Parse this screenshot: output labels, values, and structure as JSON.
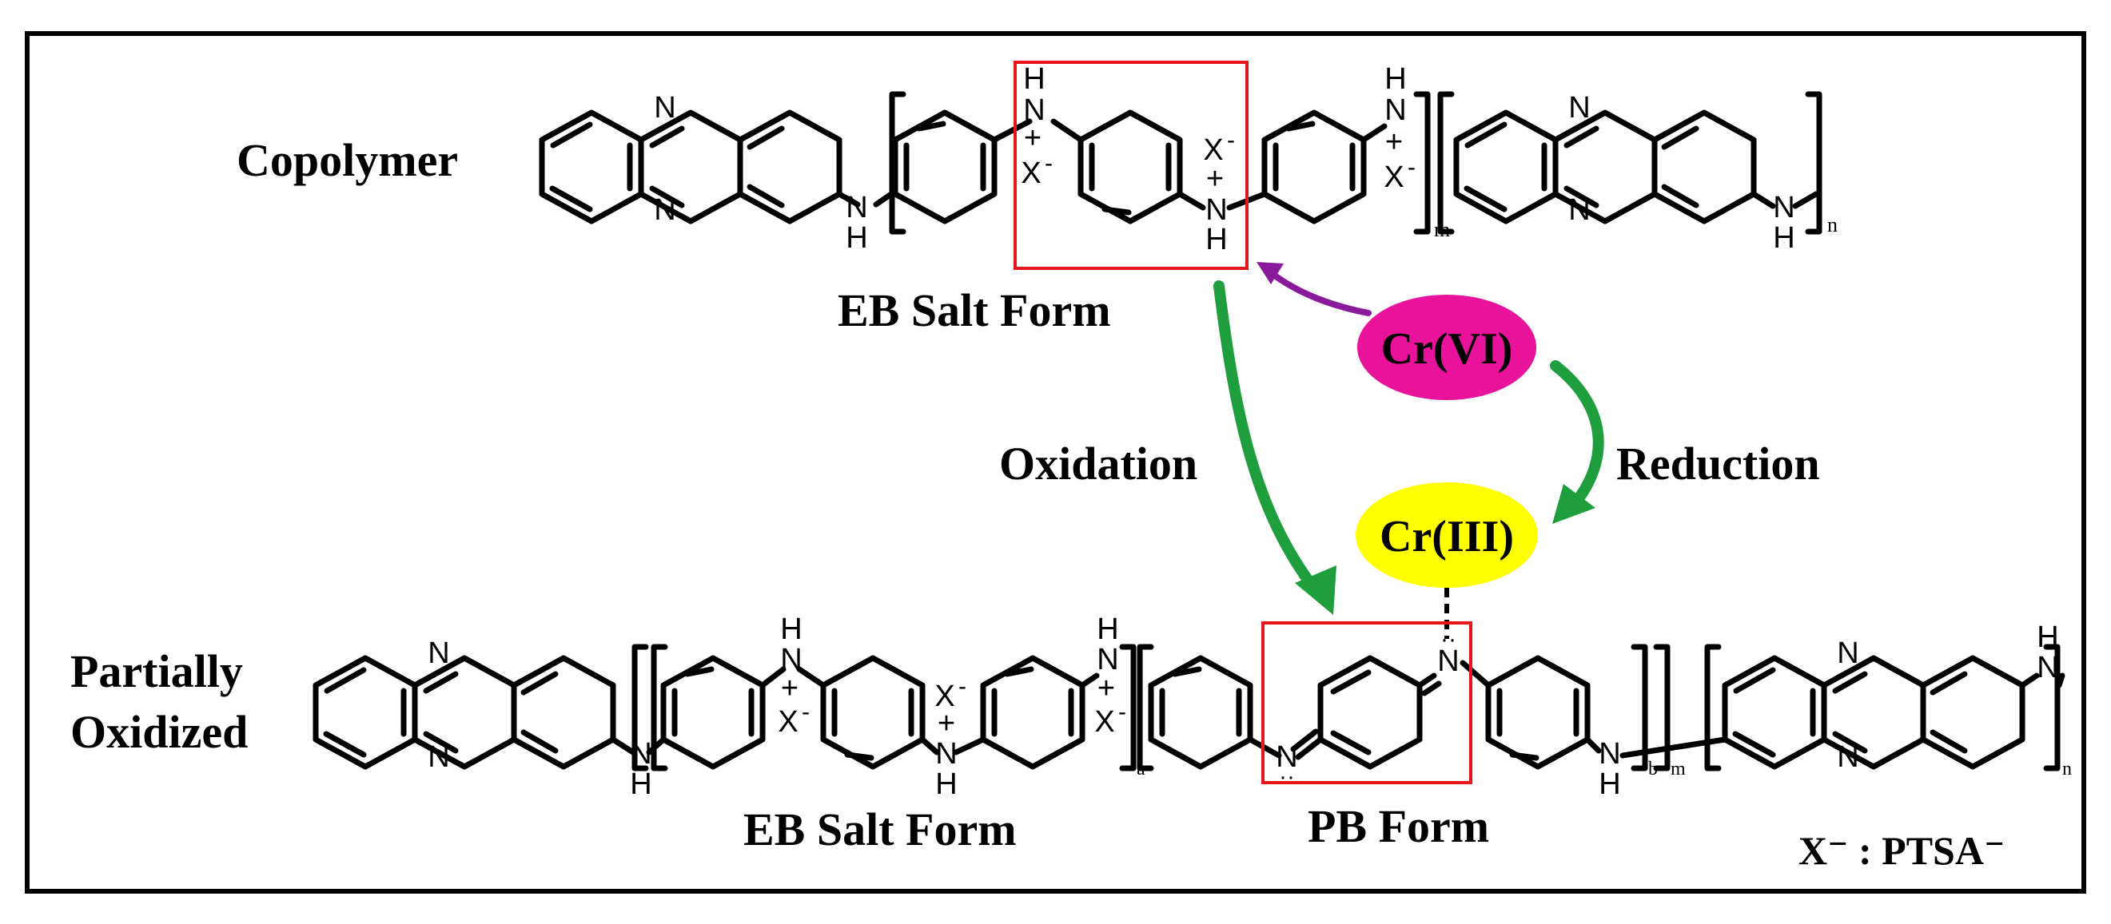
{
  "labels": {
    "copolymer": "Copolymer",
    "partially_line1": "Partially",
    "partially_line2": "Oxidized",
    "eb_salt_top": "EB Salt Form",
    "eb_salt_bottom": "EB Salt Form",
    "pb_form": "PB Form",
    "oxidation": "Oxidation",
    "reduction": "Reduction",
    "legend": "X⁻ : PTSA⁻"
  },
  "species": {
    "cr6": {
      "text": "Cr(VI)",
      "color": "#e8139a"
    },
    "cr3": {
      "text": "Cr(III)",
      "color": "#ffff00"
    }
  },
  "atoms": {
    "n": "N",
    "h": "H",
    "x": "X",
    "minus": "-",
    "plus": "+",
    "m": "m",
    "n_sub": "n",
    "a": "a",
    "b": "b"
  },
  "colors": {
    "oxidation_arrow": "#1e9e3c",
    "reduction_arrow": "#1e9e3c",
    "cr6_arrow": "#8a1a9c",
    "highlight_box": "#e8161c",
    "frame": "#000000"
  }
}
